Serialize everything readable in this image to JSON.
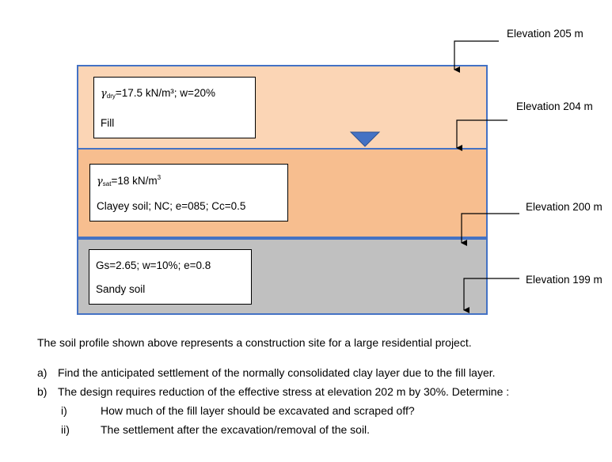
{
  "layers": {
    "fill": {
      "property_line": "=17.5 kN/m³; w=20%",
      "symbol": "γ",
      "symbol_sub": "dry",
      "unit_sup": "3",
      "name": "Fill",
      "color": "#fbd5b5"
    },
    "clay": {
      "symbol": "γ",
      "symbol_sub": "sat",
      "property_line": "=18 kN/m",
      "unit_sup": "3",
      "name": "Clayey soil; NC; e=085; Cc=0.5",
      "color": "#f7be8f"
    },
    "sand": {
      "property_line": "Gs=2.65; w=10%; e=0.8",
      "name": "Sandy soil",
      "color": "#c0c0c0"
    }
  },
  "elevations": {
    "e205": "Elevation 205 m",
    "e204": "Elevation 204 m",
    "e200": "Elevation 200 m",
    "e199": "Elevation 199 m"
  },
  "text": {
    "intro": "The soil profile shown above represents a construction site for a large residential project.",
    "qa_mark": "a)",
    "qa": "Find the anticipated settlement of the normally consolidated clay layer due to the fill layer.",
    "qb_mark": "b)",
    "qb": "The design requires reduction of the effective stress at elevation 202 m by 30%. Determine :",
    "qbi_mark": "i)",
    "qbi": "How much of the fill layer should be excavated and scraped off?",
    "qbii_mark": "ii)",
    "qbii": "The settlement after the excavation/removal of the soil."
  },
  "colors": {
    "layer_border": "#4472c4",
    "water_table": "#4472c4"
  },
  "icons": {
    "water_table": "water-table-triangle-icon",
    "elevation_marker": "down-arrow-icon"
  }
}
